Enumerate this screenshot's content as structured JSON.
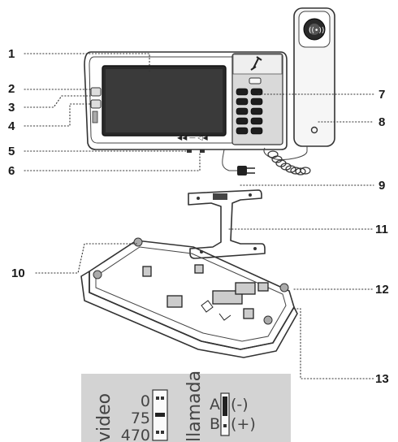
{
  "callouts": [
    {
      "id": "1",
      "label": "1"
    },
    {
      "id": "2",
      "label": "2"
    },
    {
      "id": "3",
      "label": "3"
    },
    {
      "id": "4",
      "label": "4"
    },
    {
      "id": "5",
      "label": "5"
    },
    {
      "id": "6",
      "label": "6"
    },
    {
      "id": "7",
      "label": "7"
    },
    {
      "id": "8",
      "label": "8"
    },
    {
      "id": "9",
      "label": "9"
    },
    {
      "id": "10",
      "label": "10"
    },
    {
      "id": "11",
      "label": "11"
    },
    {
      "id": "12",
      "label": "12"
    },
    {
      "id": "13",
      "label": "13"
    }
  ],
  "jumper_panel": {
    "video_label": "video",
    "video_values": [
      "0",
      "75",
      "470"
    ],
    "call_label": "llamada",
    "call_positions": [
      "A",
      "B"
    ],
    "call_signs": [
      "(-)",
      "(+)"
    ]
  }
}
